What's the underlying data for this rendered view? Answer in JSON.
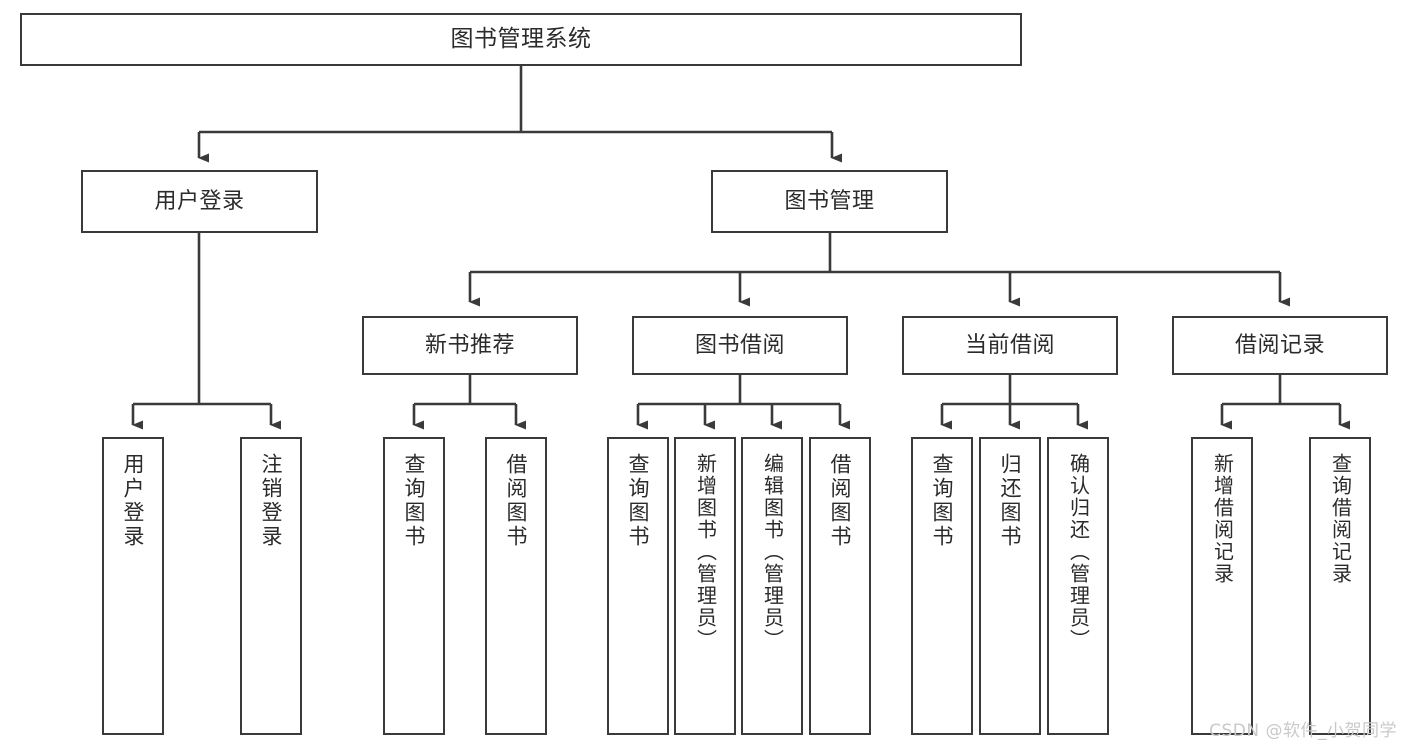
{
  "diagram": {
    "type": "hierarchy-tree",
    "title": "图书管理系统",
    "orientation": "top-down",
    "colors": {
      "stroke": "#3a3a3a",
      "text": "#2b2b2b",
      "background": "#ffffff",
      "watermark": "#c9c9c9"
    }
  },
  "nodes": {
    "root": {
      "label": "图书管理系统"
    },
    "level2": [
      {
        "id": "user-login",
        "label": "用户登录"
      },
      {
        "id": "book-manage",
        "label": "图书管理"
      }
    ],
    "level3": [
      {
        "id": "new-book-recommend",
        "label": "新书推荐"
      },
      {
        "id": "book-borrow",
        "label": "图书借阅"
      },
      {
        "id": "current-borrow",
        "label": "当前借阅"
      },
      {
        "id": "borrow-record",
        "label": "借阅记录"
      }
    ],
    "leaves": {
      "user_login": [
        {
          "id": "leaf-user-login",
          "label": "用户登录"
        },
        {
          "id": "leaf-user-logout",
          "label": "注销登录"
        }
      ],
      "new_book_recommend": [
        {
          "id": "leaf-query-book-1",
          "label": "查询图书"
        },
        {
          "id": "leaf-borrow-book-1",
          "label": "借阅图书"
        }
      ],
      "book_borrow": [
        {
          "id": "leaf-query-book-2",
          "label": "查询图书"
        },
        {
          "id": "leaf-add-book",
          "label": "新增图书（管理员）"
        },
        {
          "id": "leaf-edit-book",
          "label": "编辑图书（管理员）"
        },
        {
          "id": "leaf-borrow-book-2",
          "label": "借阅图书"
        }
      ],
      "current_borrow": [
        {
          "id": "leaf-query-book-3",
          "label": "查询图书"
        },
        {
          "id": "leaf-return-book",
          "label": "归还图书"
        },
        {
          "id": "leaf-confirm-return",
          "label": "确认归还（管理员）"
        }
      ],
      "borrow_record": [
        {
          "id": "leaf-add-record",
          "label": "新增借阅记录"
        },
        {
          "id": "leaf-query-record",
          "label": "查询借阅记录"
        }
      ]
    }
  },
  "watermark": {
    "text": "CSDN @软件_小贺同学"
  }
}
